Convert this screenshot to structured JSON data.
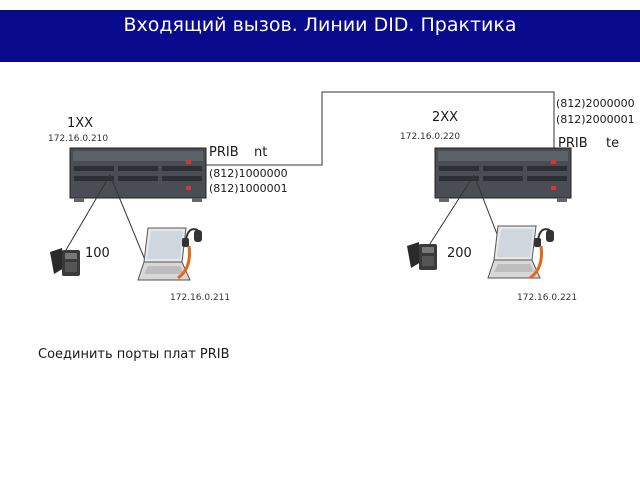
{
  "title": "Входящий вызов. Линии DID. Практика",
  "left": {
    "pbx_name": "1XX",
    "pbx_ip": "172.16.0.210",
    "port_label": "PRIB",
    "port_mode": "nt",
    "numbers": [
      "(812)1000000",
      "(812)1000001"
    ],
    "extension": "100",
    "pc_ip": "172.16.0.211"
  },
  "right": {
    "pbx_name": "2XX",
    "pbx_ip": "172.16.0.220",
    "port_label": "PRIB",
    "port_mode": "te",
    "numbers": [
      "(812)2000000",
      "(812)2000001"
    ],
    "extension": "200",
    "pc_ip": "172.16.0.221"
  },
  "task": "Соединить порты плат PRIB",
  "colors": {
    "title_bg": "#0a0a8c",
    "headset_orange": "#e06a1a"
  }
}
